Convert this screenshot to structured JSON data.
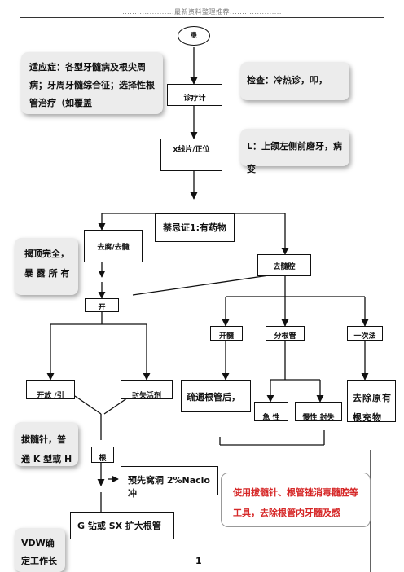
{
  "header": {
    "text": ".....................最新资料整理推荐....................."
  },
  "flow": {
    "start": "患",
    "box_top": "诊疗计",
    "box_xray": "x线片/正位",
    "box_mid": "禁忌证1:有药物",
    "box_left": "去腐/去髓",
    "box_right": "去髓腔",
    "box_center": "开",
    "r1": "开髓",
    "r2": "分根管",
    "r3": "一次法",
    "l1": "开放 /引",
    "l2": "封失活剂",
    "s1": "急 性",
    "s2": "慢性 封失",
    "bottom": "根",
    "marker1": "|",
    "marker2": "|"
  },
  "notes": {
    "indication": "适应症：各型牙髓病及根尖周病；牙周牙髓综合征；选择性根管治疗（如覆盖",
    "check": "检查：冷热诊，叩，",
    "lesion": "L：上颌左侧前磨牙，病变",
    "uncover": "揭顶完全，暴 露 所 有",
    "dredge": "疏通根管后，",
    "remove": "去除原有根充物",
    "pull": "拔髓针，普通 K 型或 H",
    "pre": "预先窝洞 2%Naclo 冲",
    "drill": "G 钻或 SX 扩大根管",
    "vdw": "VDW确定工作长",
    "pink": "使用拔髓针、根管锉消毒髓腔等工具，去除根管内牙髓及感"
  },
  "footer": {
    "page": "1"
  }
}
